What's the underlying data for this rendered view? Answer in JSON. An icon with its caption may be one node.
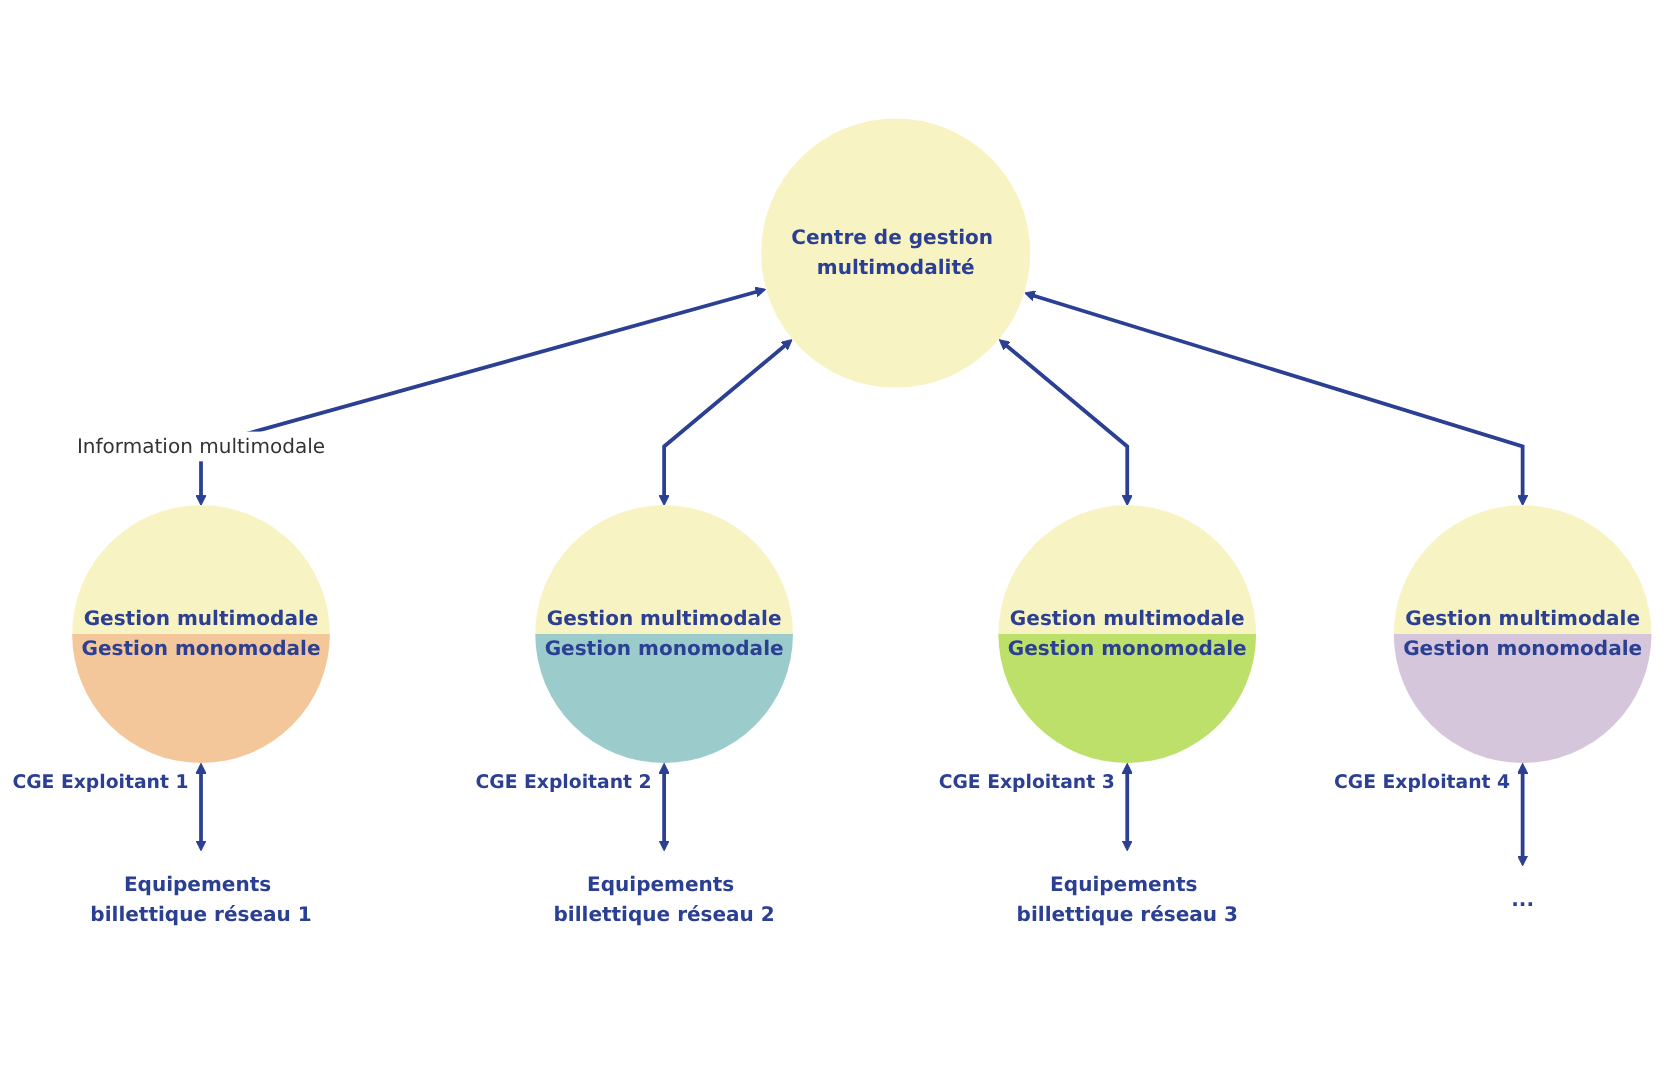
{
  "diagram": {
    "nodes": [
      {
        "text": [
          "Centre de gestion multimodalité"
        ]
      },
      {
        "text": [
          "Gestion multimodale",
          "Gestion monomodale"
        ],
        "beside": [
          "CGE Exploitant 1"
        ]
      },
      {
        "text": [
          "Gestion multimodale",
          "Gestion monomodale"
        ],
        "beside": [
          "CGE Exploitant 2"
        ]
      },
      {
        "text": [
          "Gestion multimodale",
          "Gestion monomodale"
        ],
        "beside": [
          "CGE Exploitant 3"
        ]
      },
      {
        "text": [
          "Gestion multimodale",
          "Gestion monomodale"
        ],
        "beside": [
          "CGE Exploitant 4"
        ]
      },
      {
        "text": [
          "Equipements billettique réseau 1"
        ]
      },
      {
        "text": [
          "Equipements billettique réseau 2"
        ]
      },
      {
        "text": [
          "Equipements billettique réseau 3"
        ]
      },
      {
        "text": [
          "..."
        ]
      }
    ],
    "edges": [
      {
        "from": 0,
        "to": 1,
        "arrow": "both",
        "label": "Information multimodale"
      },
      {
        "from": 0,
        "to": 2,
        "arrow": "both"
      },
      {
        "from": 0,
        "to": 3,
        "arrow": "both"
      },
      {
        "from": 0,
        "to": 4,
        "arrow": "both"
      },
      {
        "from": 1,
        "to": 5,
        "arrow": "both"
      },
      {
        "from": 2,
        "to": 6,
        "arrow": "both"
      },
      {
        "from": 3,
        "to": 7,
        "arrow": "both"
      },
      {
        "from": 4,
        "to": 8,
        "arrow": "both"
      }
    ]
  }
}
